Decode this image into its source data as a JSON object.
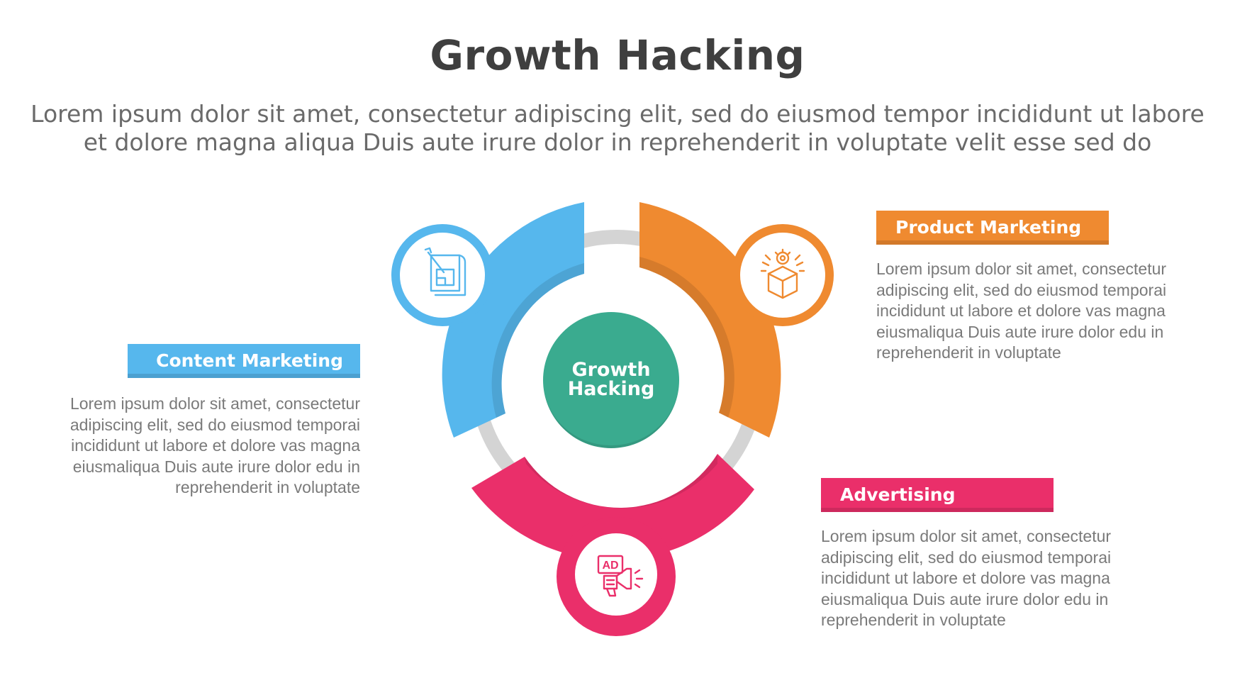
{
  "header": {
    "title": "Growth Hacking",
    "subtitle_line1": "Lorem ipsum dolor sit amet, consectetur adipiscing elit, sed do eiusmod tempor incididunt ut labore",
    "subtitle_line2": "et dolore magna aliqua Duis aute irure dolor in reprehenderit in voluptate velit esse sed do"
  },
  "center": {
    "line1": "Growth",
    "line2": "Hacking",
    "color": "#3aab8f"
  },
  "sections": [
    {
      "title": "Content Marketing",
      "color": "#56b7ed",
      "icon": "blueprint-document-icon",
      "description": "Lorem ipsum dolor sit amet, consectetur\nadipiscing elit, sed do eiusmod temporai\nincididunt ut labore et dolore vas magna\neiusmaliqua Duis aute irure dolor edu in\nreprehenderit in voluptate"
    },
    {
      "title": "Product Marketing",
      "color": "#ef8a30",
      "icon": "product-box-gear-icon",
      "description": "Lorem ipsum dolor sit amet, consectetur\nadipiscing elit, sed do eiusmod temporai\nincididunt ut labore et dolore vas magna\neiusmaliqua Duis aute irure dolor edu in\nreprehenderit in voluptate"
    },
    {
      "title": "Advertising",
      "color": "#ea2f6a",
      "icon": "ad-megaphone-icon",
      "icon_text": "AD",
      "description": "Lorem ipsum dolor sit amet, consectetur\nadipiscing elit, sed do eiusmod temporai\nincididunt ut labore et dolore vas magna\neiusmaliqua Duis aute irure dolor edu in\nreprehenderit in voluptate"
    }
  ],
  "ring_color": "#d4d4d4"
}
